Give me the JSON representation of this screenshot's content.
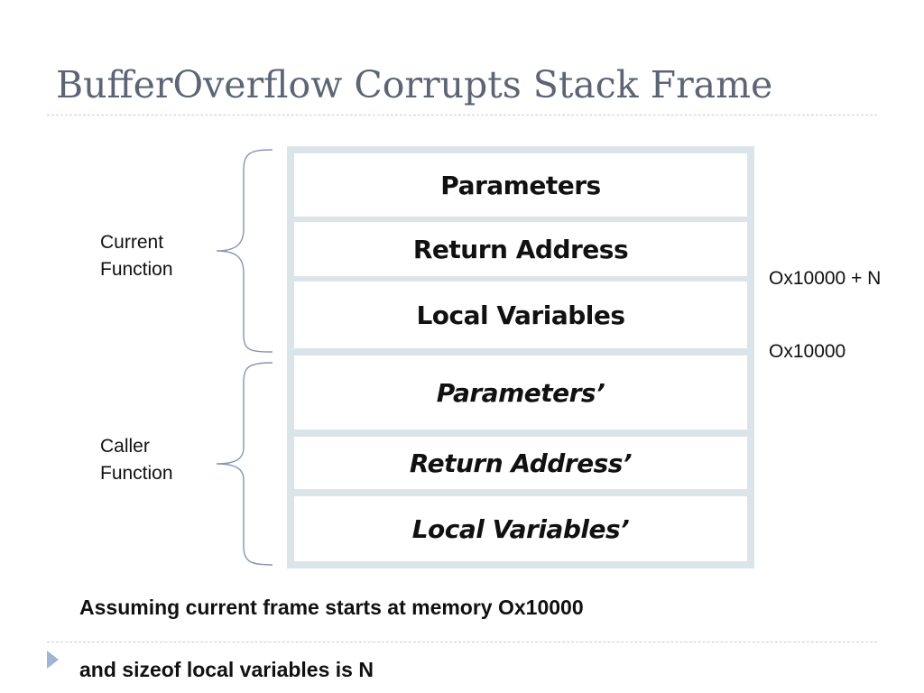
{
  "slide": {
    "title": "BufferOverflow Corrupts Stack Frame"
  },
  "stack_frames": [
    {
      "label": "Parameters",
      "prime": ""
    },
    {
      "label": "Return Address",
      "prime": ""
    },
    {
      "label": "Local Variables",
      "prime": ""
    },
    {
      "label": "Parameters",
      "prime": "’"
    },
    {
      "label": "Return Address",
      "prime": "’"
    },
    {
      "label": "Local Variables",
      "prime": "’"
    }
  ],
  "groups": {
    "current": {
      "line1": "Current",
      "line2": "Function"
    },
    "caller": {
      "line1": "Caller",
      "line2": "Function"
    }
  },
  "addresses": {
    "top": "Ox10000 + N",
    "base": "Ox10000"
  },
  "notes": {
    "line1": "Assuming current frame starts at memory Ox10000",
    "line2": "and sizeof local variables is N"
  },
  "colors": {
    "title": "#5b6576",
    "stack_border": "#dbe4e9",
    "brace": "#8a93b8",
    "bullet": "#9fb4d6"
  }
}
